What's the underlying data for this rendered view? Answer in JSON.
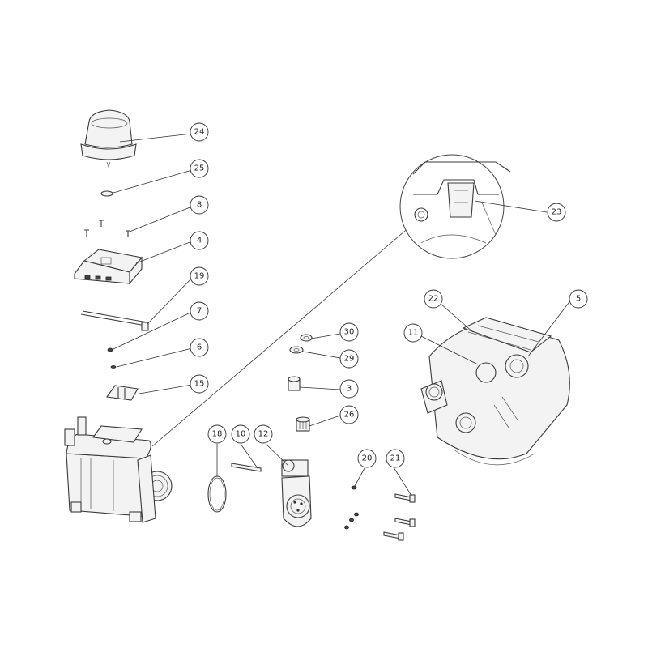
{
  "callouts": [
    {
      "id": "24",
      "label": "24"
    },
    {
      "id": "25",
      "label": "25"
    },
    {
      "id": "8",
      "label": "8"
    },
    {
      "id": "4",
      "label": "4"
    },
    {
      "id": "19",
      "label": "19"
    },
    {
      "id": "7",
      "label": "7"
    },
    {
      "id": "6",
      "label": "6"
    },
    {
      "id": "15",
      "label": "15"
    },
    {
      "id": "23",
      "label": "23"
    },
    {
      "id": "22",
      "label": "22"
    },
    {
      "id": "5",
      "label": "5"
    },
    {
      "id": "11",
      "label": "11"
    },
    {
      "id": "30",
      "label": "30"
    },
    {
      "id": "29",
      "label": "29"
    },
    {
      "id": "3",
      "label": "3"
    },
    {
      "id": "26",
      "label": "26"
    },
    {
      "id": "18",
      "label": "18"
    },
    {
      "id": "10",
      "label": "10"
    },
    {
      "id": "12",
      "label": "12"
    },
    {
      "id": "20",
      "label": "20"
    },
    {
      "id": "21",
      "label": "21"
    }
  ]
}
